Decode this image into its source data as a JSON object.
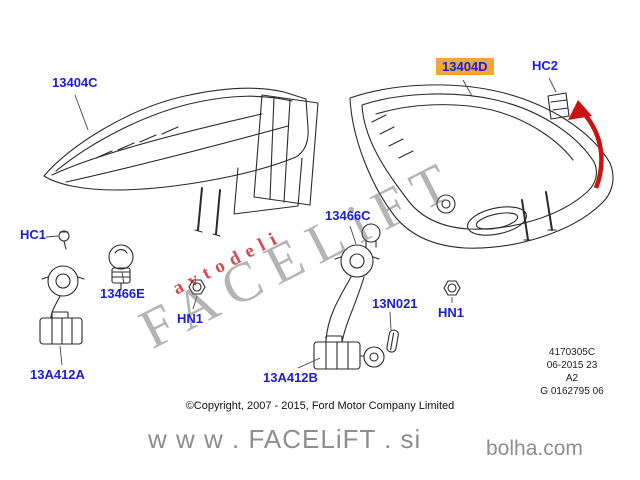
{
  "callouts": {
    "c13404C": "13404C",
    "c13404D": "13404D",
    "hc2": "HC2",
    "hc1": "HC1",
    "c13466C": "13466C",
    "c13466E": "13466E",
    "hn1_left": "HN1",
    "c13N021": "13N021",
    "hn1_right": "HN1",
    "c13A412A": "13A412A",
    "c13A412B": "13A412B"
  },
  "footer": {
    "copyright": "©Copyright, 2007 - 2015, Ford Motor Company Limited"
  },
  "ref_block": {
    "line1": "4170305C",
    "line2": "06-2015 23",
    "line3": "A2",
    "line4": "G 0162795 06"
  },
  "watermarks": {
    "diagonal": "FACELiFT",
    "diagonal_sub": "avtodeli",
    "bottom_left": "w w w . FACELiFT . si",
    "bottom_right": "bolha.com"
  },
  "icons": {
    "red_arrow": "up-arrow-to-clip"
  },
  "colors": {
    "label_blue": "#1c1cd6",
    "highlight_bg": "#f0a63c",
    "arrow_red": "#cc1111",
    "line_dark": "#2a2a2a",
    "watermark_gray": "#8e8e8e"
  }
}
